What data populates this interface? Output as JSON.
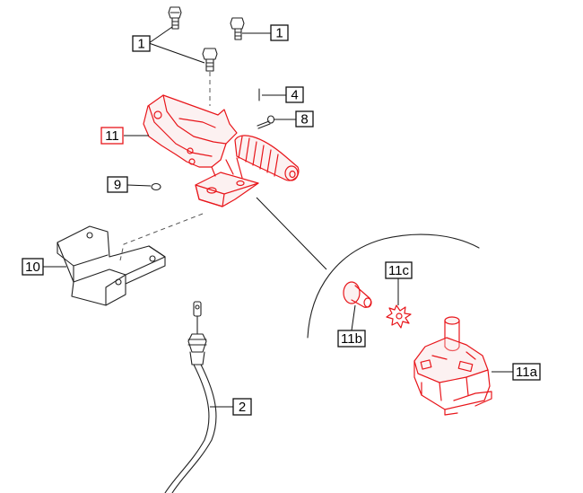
{
  "callouts": {
    "c1a": "1",
    "c1b": "1",
    "c4": "4",
    "c8": "8",
    "c11": "11",
    "c9": "9",
    "c10": "10",
    "c2": "2",
    "c11b": "11b",
    "c11c": "11c",
    "c11a": "11a"
  },
  "colors": {
    "highlight": "#e8161b",
    "line": "#222222"
  }
}
